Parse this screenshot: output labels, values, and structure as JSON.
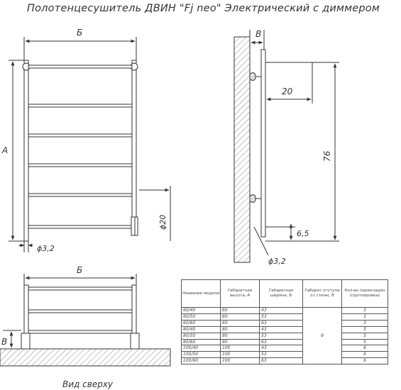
{
  "title": "Полотенцесушитель ДВИН \"Fj neo\" Электрический с диммером",
  "front_view": {
    "width_label": "Б",
    "height_label": "A",
    "pipe_diameter_label": "ϕ3,2",
    "heater_diameter_label": "ϕ20"
  },
  "side_view": {
    "offset_label": "B",
    "depth_label": "20",
    "mount_distance_label": "76",
    "bottom_label": "6,5",
    "diameter_label": "ϕ3,2"
  },
  "top_view": {
    "width_label": "Б",
    "offset_label": "B",
    "caption": "Вид сверху"
  },
  "table": {
    "headers": [
      "Название модели",
      "Габаритная высота, А",
      "Габаритная ширина, Б",
      "Габарит отступа от стены, В",
      "Кол-во перекладин (группировка)"
    ],
    "rows": [
      [
        "60/40",
        "60",
        "43",
        "3"
      ],
      [
        "60/50",
        "60",
        "53",
        "3"
      ],
      [
        "60/60",
        "60",
        "63",
        "3"
      ],
      [
        "80/40",
        "80",
        "43",
        "5"
      ],
      [
        "80/50",
        "80",
        "53",
        "5"
      ],
      [
        "80/60",
        "80",
        "63",
        "5"
      ],
      [
        "100/40",
        "100",
        "43",
        "6"
      ],
      [
        "100/50",
        "100",
        "53",
        "6"
      ],
      [
        "100/60",
        "100",
        "63",
        "6"
      ]
    ],
    "shared_offset": "9"
  }
}
